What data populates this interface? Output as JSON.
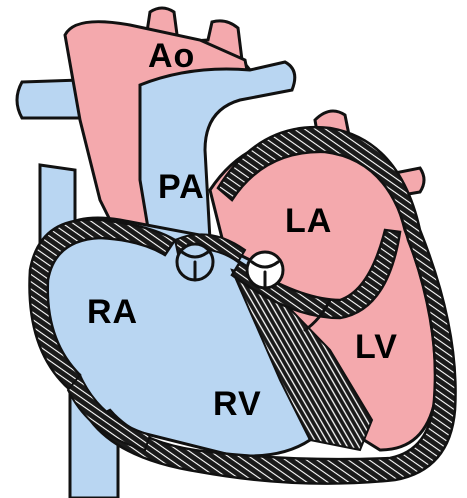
{
  "diagram": {
    "colors": {
      "oxygenated": "#f4a9ad",
      "deoxygenated": "#b9d6f2",
      "wall": "#1a1a1a",
      "outline": "#111111",
      "background": "#ffffff"
    },
    "labels": {
      "aorta": "Ao",
      "pulmonary_artery": "PA",
      "left_atrium": "LA",
      "right_atrium": "RA",
      "left_ventricle": "LV",
      "right_ventricle": "RV"
    }
  }
}
